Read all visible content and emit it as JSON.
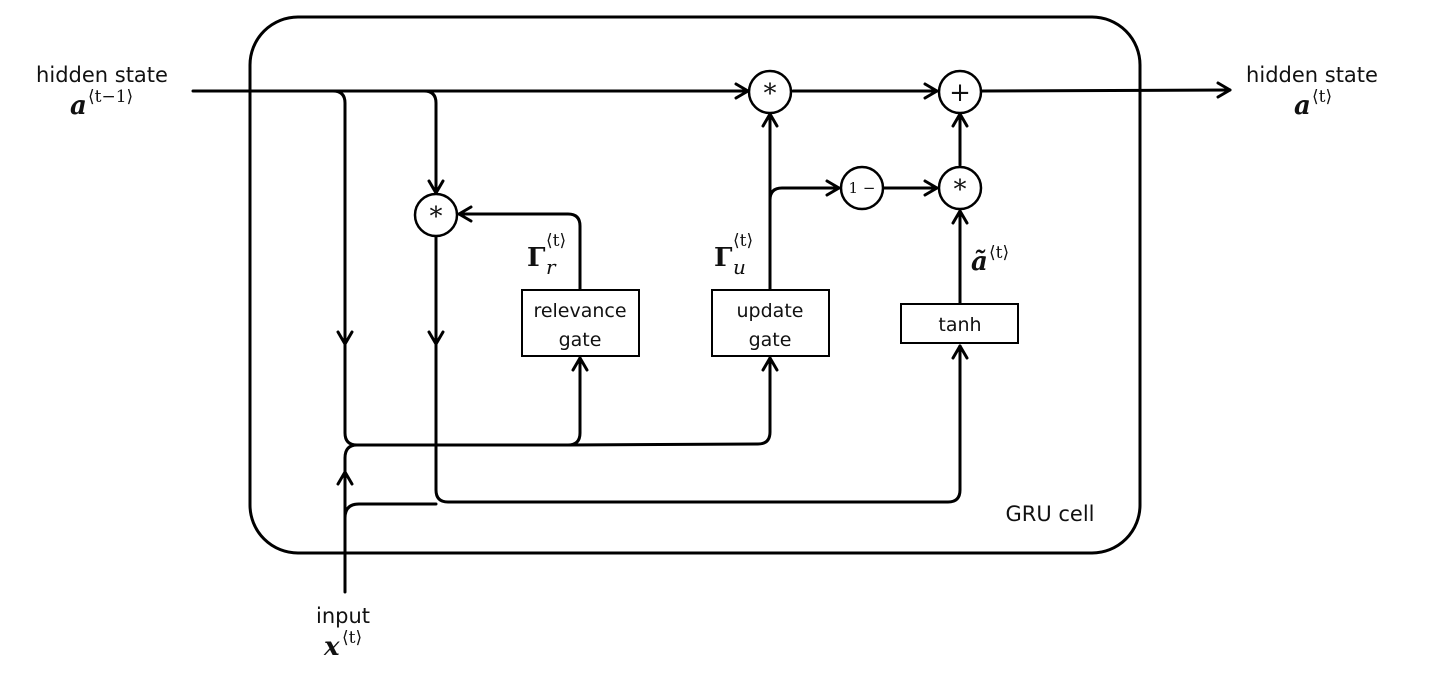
{
  "diagram": {
    "title": "GRU cell",
    "inputs": {
      "prev_hidden": {
        "label": "hidden state",
        "symbol": "a",
        "superscript": "⟨t−1⟩"
      },
      "input": {
        "label": "input",
        "symbol": "x",
        "superscript": "⟨t⟩"
      }
    },
    "outputs": {
      "hidden": {
        "label": "hidden state",
        "symbol": "a",
        "superscript": "⟨t⟩"
      }
    },
    "boxes": {
      "relevance_gate": {
        "line1": "relevance",
        "line2": "gate"
      },
      "update_gate": {
        "line1": "update",
        "line2": "gate"
      },
      "tanh": {
        "label": "tanh"
      }
    },
    "operators": {
      "mult_relevance": "*",
      "mult_update": "*",
      "mult_candidate": "*",
      "add": "+",
      "one_minus": "1 −"
    },
    "signal_labels": {
      "gamma_r": {
        "symbol": "Γ",
        "subscript": "r",
        "superscript": "⟨t⟩"
      },
      "gamma_u": {
        "symbol": "Γ",
        "subscript": "u",
        "superscript": "⟨t⟩"
      },
      "a_tilde": {
        "symbol": "ã",
        "superscript": "⟨t⟩"
      }
    }
  }
}
